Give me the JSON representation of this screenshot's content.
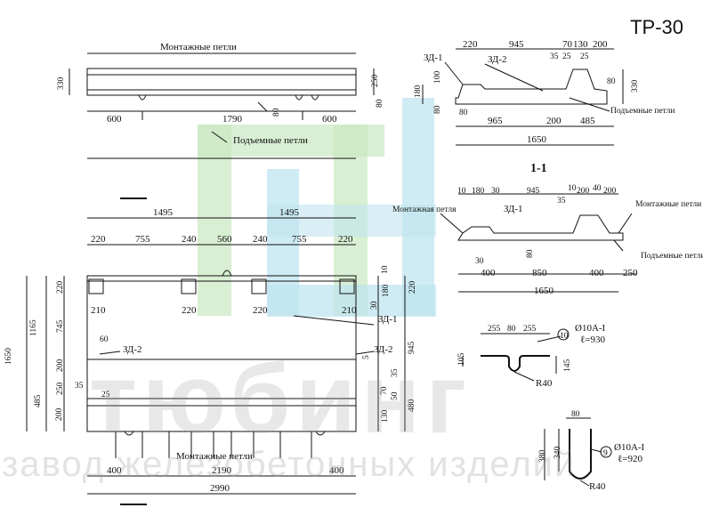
{
  "code": "ТР-30",
  "watermark": {
    "brand": "тюбинг",
    "tagline": "завод железобетонных изделий"
  },
  "section_mark": "1-1",
  "top_view": {
    "label_mount": "Монтажные петли",
    "label_lift": "Подъемные петли",
    "dims": [
      "330",
      "250",
      "600",
      "1790",
      "600",
      "80",
      "80"
    ]
  },
  "plan": {
    "dims_top": [
      "1495",
      "1495"
    ],
    "dims_cols": [
      "220",
      "755",
      "240",
      "560",
      "240",
      "755",
      "220"
    ],
    "dims_left": [
      "1650",
      "1165",
      "220",
      "745",
      "200",
      "250",
      "485",
      "200"
    ],
    "dims_right": [
      "220",
      "180",
      "10",
      "945",
      "30",
      "70",
      "50",
      "35",
      "480",
      "130",
      "5"
    ],
    "inner": [
      "210",
      "220",
      "220",
      "210",
      "60",
      "35",
      "25"
    ],
    "tags": [
      "ЗД-1",
      "ЗД-2",
      "ЗД-2"
    ],
    "dims_bottom": [
      "400",
      "2190",
      "400",
      "2990"
    ],
    "label_mount": "Монтажные петли"
  },
  "side_view": {
    "dims_top": [
      "220",
      "945",
      "70",
      "130",
      "200",
      "35",
      "25",
      "25"
    ],
    "tags": [
      "ЗД-1",
      "ЗД-2"
    ],
    "dims_left": [
      "180",
      "100",
      "80"
    ],
    "dims_right": [
      "80",
      "330"
    ],
    "dims_bottom": [
      "80",
      "965",
      "200",
      "485",
      "1650"
    ],
    "label_lift": "Подъемные петли"
  },
  "section": {
    "dims_top": [
      "10",
      "180",
      "30",
      "945",
      "10",
      "35",
      "200",
      "40",
      "200"
    ],
    "tag": "ЗД-1",
    "label_mount_left": "Монтажная петля",
    "label_mount_right": "Монтажные петли",
    "label_lift": "Подъемные петли",
    "dims_bottom": [
      "30",
      "80",
      "400",
      "850",
      "400",
      "250",
      "1650"
    ]
  },
  "detail1": {
    "dims": [
      "255",
      "80",
      "255",
      "105",
      "145"
    ],
    "radius": "R40",
    "pos": "10",
    "rebar": "Ø10А-I",
    "length": "ℓ=930"
  },
  "detail2": {
    "dims": [
      "80",
      "380",
      "340"
    ],
    "radius": "R40",
    "pos": "9",
    "rebar": "Ø10А-I",
    "length": "ℓ=920"
  }
}
